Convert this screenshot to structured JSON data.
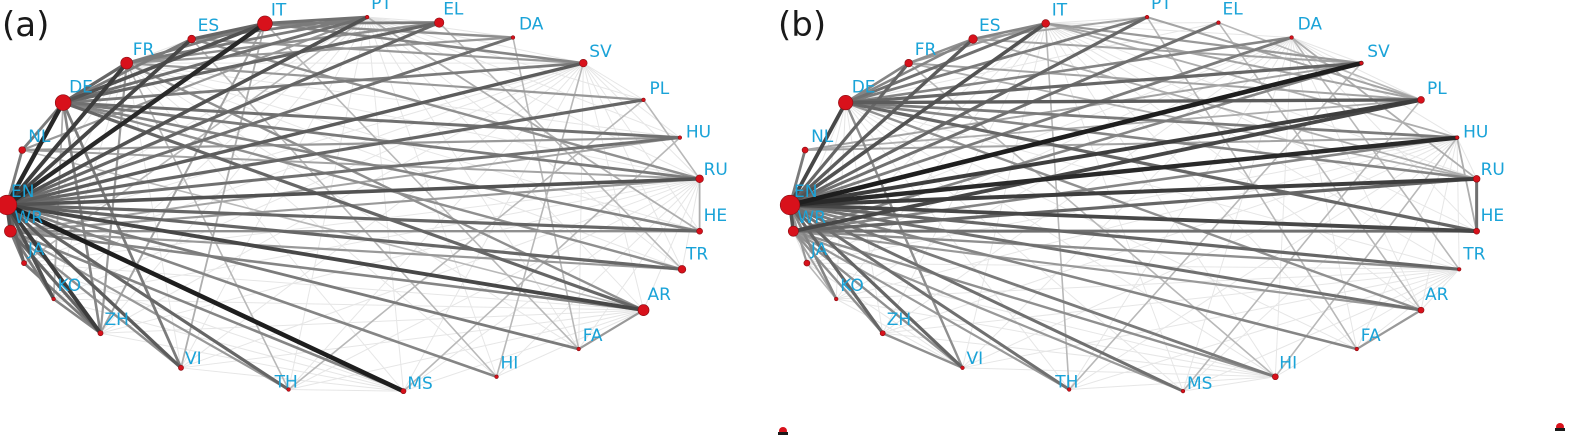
{
  "colors": {
    "node": "#d8111b",
    "node_stroke": "#8a0c12",
    "label": "#1aa3d8"
  },
  "languages": [
    "EN",
    "NL",
    "DE",
    "FR",
    "ES",
    "IT",
    "PT",
    "EL",
    "DA",
    "SV",
    "PL",
    "HU",
    "RU",
    "HE",
    "TR",
    "AR",
    "FA",
    "HI",
    "MS",
    "TH",
    "VI",
    "ZH",
    "KO",
    "JA",
    "WR"
  ],
  "panels": [
    {
      "label": "(a)",
      "node_weights": {
        "EN": 1.0,
        "DE": 0.78,
        "IT": 0.72,
        "FR": 0.55,
        "WR": 0.55,
        "AR": 0.5,
        "EL": 0.4,
        "ES": 0.3,
        "SV": 0.3,
        "RU": 0.3,
        "TR": 0.3,
        "NL": 0.25,
        "HE": 0.2,
        "JA": 0.15,
        "ZH": 0.15,
        "VI": 0.15,
        "MS": 0.15
      },
      "edges": [
        [
          "EN",
          "DE",
          0.9
        ],
        [
          "EN",
          "FR",
          0.8
        ],
        [
          "EN",
          "ES",
          0.75
        ],
        [
          "EN",
          "IT",
          0.9
        ],
        [
          "EN",
          "PT",
          0.7
        ],
        [
          "EN",
          "EL",
          0.6
        ],
        [
          "EN",
          "DA",
          0.55
        ],
        [
          "EN",
          "SV",
          0.65
        ],
        [
          "EN",
          "PL",
          0.6
        ],
        [
          "EN",
          "HU",
          0.55
        ],
        [
          "EN",
          "RU",
          0.7
        ],
        [
          "EN",
          "HE",
          0.6
        ],
        [
          "EN",
          "TR",
          0.6
        ],
        [
          "EN",
          "AR",
          0.75
        ],
        [
          "EN",
          "FA",
          0.5
        ],
        [
          "EN",
          "HI",
          0.45
        ],
        [
          "EN",
          "MS",
          0.95
        ],
        [
          "EN",
          "TH",
          0.6
        ],
        [
          "EN",
          "VI",
          0.65
        ],
        [
          "EN",
          "ZH",
          0.8
        ],
        [
          "EN",
          "KO",
          0.7
        ],
        [
          "EN",
          "JA",
          0.6
        ],
        [
          "EN",
          "NL",
          0.5
        ],
        [
          "EN",
          "WR",
          0.7
        ],
        [
          "DE",
          "IT",
          0.7
        ],
        [
          "DE",
          "PT",
          0.55
        ],
        [
          "DE",
          "EL",
          0.6
        ],
        [
          "DE",
          "SV",
          0.5
        ],
        [
          "DE",
          "HU",
          0.55
        ],
        [
          "DE",
          "RU",
          0.5
        ],
        [
          "DE",
          "HE",
          0.45
        ],
        [
          "DE",
          "TR",
          0.4
        ],
        [
          "DE",
          "AR",
          0.6
        ],
        [
          "DE",
          "ZH",
          0.45
        ],
        [
          "DE",
          "VI",
          0.5
        ],
        [
          "DE",
          "FR",
          0.6
        ],
        [
          "DE",
          "ES",
          0.5
        ],
        [
          "FR",
          "IT",
          0.5
        ],
        [
          "FR",
          "PT",
          0.5
        ],
        [
          "FR",
          "EL",
          0.4
        ],
        [
          "FR",
          "DA",
          0.35
        ],
        [
          "FR",
          "PL",
          0.35
        ],
        [
          "FR",
          "AR",
          0.4
        ],
        [
          "FR",
          "ZH",
          0.35
        ],
        [
          "ES",
          "IT",
          0.6
        ],
        [
          "ES",
          "PT",
          0.5
        ],
        [
          "ES",
          "SV",
          0.35
        ],
        [
          "ES",
          "RU",
          0.4
        ],
        [
          "IT",
          "PT",
          0.55
        ],
        [
          "IT",
          "EL",
          0.5
        ],
        [
          "IT",
          "DA",
          0.4
        ],
        [
          "IT",
          "SV",
          0.45
        ],
        [
          "IT",
          "VI",
          0.25
        ],
        [
          "IT",
          "ZH",
          0.3
        ],
        [
          "NL",
          "DE",
          0.5
        ],
        [
          "NL",
          "PT",
          0.35
        ],
        [
          "NL",
          "HU",
          0.35
        ],
        [
          "NL",
          "RU",
          0.3
        ],
        [
          "WR",
          "ZH",
          0.6
        ],
        [
          "WR",
          "KO",
          0.5
        ],
        [
          "WR",
          "JA",
          0.5
        ],
        [
          "WR",
          "HE",
          0.4
        ],
        [
          "WR",
          "AR",
          0.45
        ],
        [
          "WR",
          "MS",
          0.45
        ],
        [
          "WR",
          "TR",
          0.35
        ],
        [
          "WR",
          "RU",
          0.35
        ],
        [
          "WR",
          "HU",
          0.3
        ],
        [
          "WR",
          "TH",
          0.35
        ],
        [
          "WR",
          "VI",
          0.4
        ],
        [
          "JA",
          "ZH",
          0.5
        ],
        [
          "KO",
          "ZH",
          0.45
        ],
        [
          "AR",
          "FA",
          0.35
        ],
        [
          "RU",
          "HE",
          0.25
        ],
        [
          "PL",
          "RU",
          0.2
        ],
        [
          "EL",
          "TR",
          0.2
        ],
        [
          "SV",
          "HI",
          0.2
        ],
        [
          "PT",
          "HE",
          0.25
        ],
        [
          "DA",
          "FA",
          0.2
        ],
        [
          "PL",
          "TH",
          0.2
        ],
        [
          "HU",
          "MS",
          0.2
        ],
        [
          "ES",
          "HI",
          0.2
        ],
        [
          "FR",
          "TH",
          0.2
        ],
        [
          "IT",
          "FA",
          0.2
        ],
        [
          "NL",
          "AR",
          0.2
        ],
        [
          "DE",
          "KO",
          0.25
        ],
        [
          "PT",
          "JA",
          0.2
        ]
      ]
    },
    {
      "label": "(b)",
      "node_weights": {
        "EN": 1.0,
        "DE": 0.7,
        "ES": 0.35,
        "IT": 0.3,
        "FR": 0.3,
        "WR": 0.45,
        "PL": 0.25,
        "RU": 0.25,
        "HE": 0.2,
        "AR": 0.2,
        "HI": 0.2,
        "JA": 0.2,
        "ZH": 0.15,
        "NL": 0.2
      },
      "edges": [
        [
          "EN",
          "SV",
          0.95
        ],
        [
          "EN",
          "HU",
          0.9
        ],
        [
          "EN",
          "PL",
          0.8
        ],
        [
          "EN",
          "RU",
          0.8
        ],
        [
          "EN",
          "HE",
          0.75
        ],
        [
          "EN",
          "TR",
          0.6
        ],
        [
          "EN",
          "AR",
          0.55
        ],
        [
          "EN",
          "PT",
          0.6
        ],
        [
          "EN",
          "EL",
          0.55
        ],
        [
          "EN",
          "DA",
          0.5
        ],
        [
          "EN",
          "IT",
          0.7
        ],
        [
          "EN",
          "ES",
          0.65
        ],
        [
          "EN",
          "FR",
          0.6
        ],
        [
          "EN",
          "DE",
          0.75
        ],
        [
          "EN",
          "NL",
          0.5
        ],
        [
          "EN",
          "WR",
          0.7
        ],
        [
          "EN",
          "FA",
          0.45
        ],
        [
          "EN",
          "HI",
          0.5
        ],
        [
          "EN",
          "MS",
          0.55
        ],
        [
          "EN",
          "TH",
          0.55
        ],
        [
          "EN",
          "VI",
          0.6
        ],
        [
          "EN",
          "ZH",
          0.6
        ],
        [
          "EN",
          "KO",
          0.45
        ],
        [
          "EN",
          "JA",
          0.35
        ],
        [
          "DE",
          "SV",
          0.6
        ],
        [
          "DE",
          "PL",
          0.65
        ],
        [
          "DE",
          "HE",
          0.6
        ],
        [
          "DE",
          "HU",
          0.5
        ],
        [
          "DE",
          "RU",
          0.45
        ],
        [
          "DE",
          "IT",
          0.55
        ],
        [
          "DE",
          "PT",
          0.5
        ],
        [
          "DE",
          "DA",
          0.45
        ],
        [
          "DE",
          "ES",
          0.45
        ],
        [
          "DE",
          "FR",
          0.45
        ],
        [
          "DE",
          "AR",
          0.4
        ],
        [
          "DE",
          "VI",
          0.4
        ],
        [
          "WR",
          "PL",
          0.75
        ],
        [
          "WR",
          "RU",
          0.6
        ],
        [
          "WR",
          "HE",
          0.55
        ],
        [
          "WR",
          "SV",
          0.45
        ],
        [
          "WR",
          "HU",
          0.45
        ],
        [
          "WR",
          "TR",
          0.4
        ],
        [
          "WR",
          "AR",
          0.35
        ],
        [
          "WR",
          "HI",
          0.4
        ],
        [
          "WR",
          "MS",
          0.35
        ],
        [
          "WR",
          "TH",
          0.35
        ],
        [
          "WR",
          "ZH",
          0.4
        ],
        [
          "WR",
          "KO",
          0.3
        ],
        [
          "WR",
          "VI",
          0.4
        ],
        [
          "RU",
          "HE",
          0.55
        ],
        [
          "ES",
          "IT",
          0.45
        ],
        [
          "FR",
          "ES",
          0.4
        ],
        [
          "IT",
          "SV",
          0.35
        ],
        [
          "PT",
          "PL",
          0.3
        ],
        [
          "NL",
          "SV",
          0.3
        ],
        [
          "NL",
          "HU",
          0.3
        ],
        [
          "AR",
          "FA",
          0.35
        ],
        [
          "ZH",
          "VI",
          0.4
        ],
        [
          "ES",
          "PT",
          0.3
        ],
        [
          "FR",
          "IT",
          0.35
        ],
        [
          "EL",
          "PL",
          0.2
        ],
        [
          "DA",
          "RU",
          0.25
        ],
        [
          "HU",
          "HE",
          0.25
        ],
        [
          "FR",
          "PL",
          0.3
        ],
        [
          "FR",
          "RU",
          0.25
        ],
        [
          "IT",
          "PL",
          0.3
        ],
        [
          "IT",
          "HU",
          0.25
        ],
        [
          "ES",
          "SV",
          0.3
        ],
        [
          "ES",
          "RU",
          0.25
        ],
        [
          "NL",
          "PL",
          0.25
        ],
        [
          "SV",
          "TH",
          0.2
        ],
        [
          "PL",
          "MS",
          0.2
        ],
        [
          "HU",
          "HI",
          0.2
        ],
        [
          "PT",
          "FA",
          0.2
        ],
        [
          "EL",
          "AR",
          0.2
        ],
        [
          "DA",
          "TR",
          0.2
        ],
        [
          "IT",
          "TH",
          0.2
        ],
        [
          "KO",
          "JA",
          0.2
        ],
        [
          "FR",
          "HI",
          0.2
        ]
      ]
    }
  ]
}
